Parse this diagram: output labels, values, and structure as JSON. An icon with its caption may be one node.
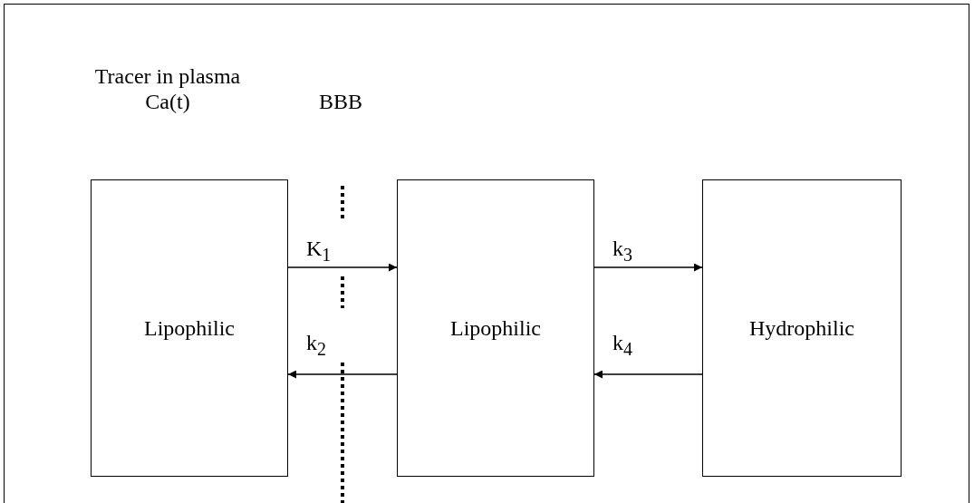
{
  "diagram": {
    "nodes": [
      {
        "text": [
          "Lipophilic"
        ]
      },
      {
        "text": [
          "Lipophilic"
        ]
      },
      {
        "text": [
          "Hydrophilic"
        ]
      }
    ],
    "edges": [
      {
        "from": 0,
        "to": 1,
        "arrow": "to",
        "label": "K$_{1}$"
      },
      {
        "from": 1,
        "to": 0,
        "arrow": "to",
        "label": "k$_{2}$"
      },
      {
        "from": 1,
        "to": 2,
        "arrow": "to",
        "label": "k$_{3}$"
      },
      {
        "from": 2,
        "to": 1,
        "arrow": "to",
        "label": "k$_{4}$"
      }
    ],
    "labels": [
      "Tracer in plasma Ca(t)",
      "BBB"
    ]
  }
}
